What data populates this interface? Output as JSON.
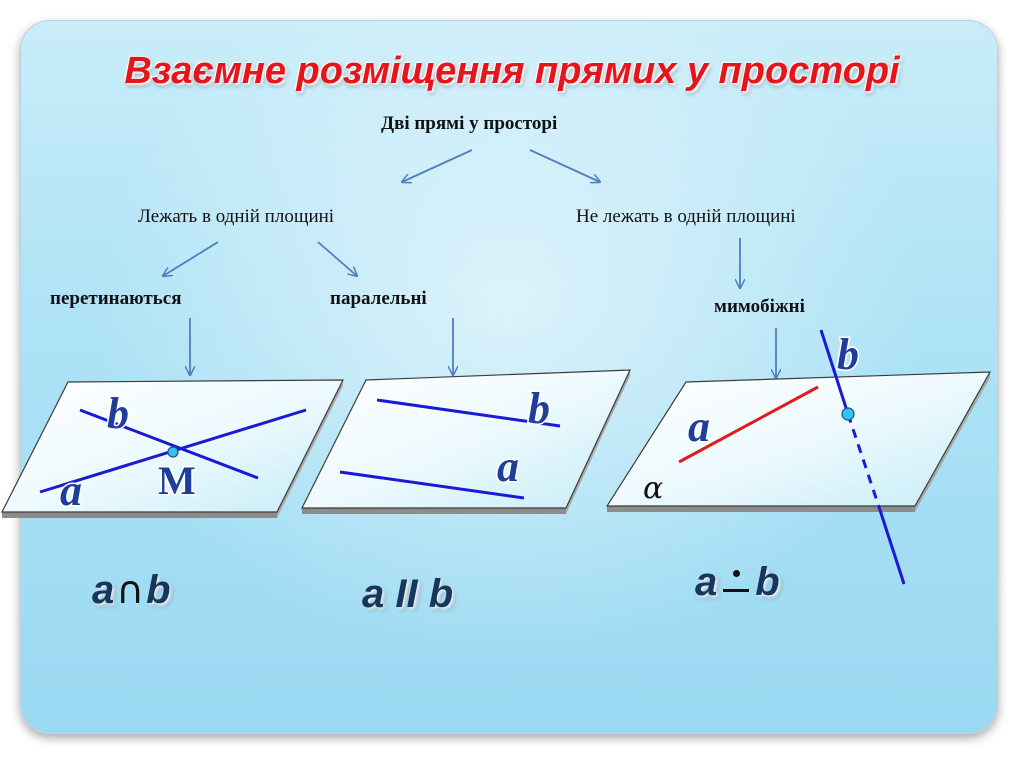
{
  "title": "Взаємне розміщення прямих у просторі",
  "tree": {
    "root": "Дві прямі у просторі",
    "left_branch": "Лежать в одній площині",
    "right_branch": "Не лежать в одній площині",
    "leaf_intersecting": "перетинаються",
    "leaf_parallel": "паралельні",
    "leaf_skew": "мимобіжні"
  },
  "figures": {
    "intersecting": {
      "line_a": "a",
      "line_b": "b",
      "point": "M"
    },
    "parallel": {
      "line_a": "a",
      "line_b": "b"
    },
    "skew": {
      "line_a": "a",
      "line_b": "b",
      "plane": "α"
    }
  },
  "notations": {
    "intersecting_a": "a",
    "intersecting_symbol": "∩",
    "intersecting_b": "b",
    "parallel": "a II b",
    "skew_a": "a",
    "skew_b": "b"
  },
  "colors": {
    "title": "#e6141b",
    "line_blue": "#1a1ad6",
    "line_red": "#e01b1b",
    "arrow": "#4f7fbf",
    "point": "#33c3ee"
  }
}
